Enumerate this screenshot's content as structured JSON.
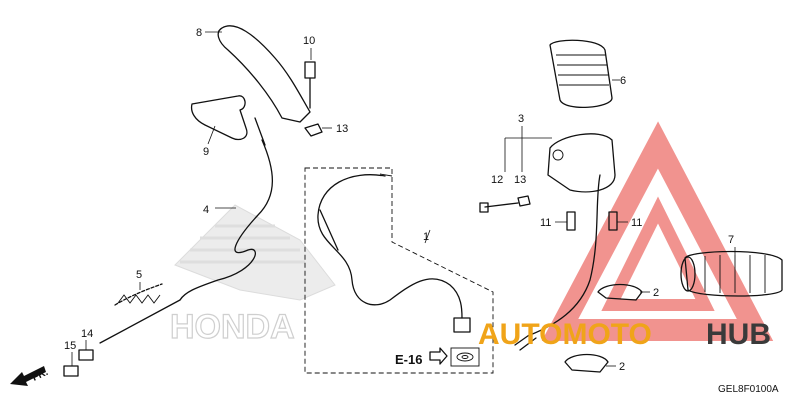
{
  "callouts": {
    "c1": "1",
    "c2a": "2",
    "c2b": "2",
    "c3": "3",
    "c4": "4",
    "c5": "5",
    "c6": "6",
    "c7": "7",
    "c8": "8",
    "c9": "9",
    "c10": "10",
    "c11a": "11",
    "c11b": "11",
    "c12": "12",
    "c13a": "13",
    "c13b": "13",
    "c14": "14",
    "c15": "15"
  },
  "reference": {
    "label": "E-16"
  },
  "direction": {
    "label": "FR."
  },
  "diagram_code": "GEL8F0100A",
  "watermark": {
    "word_a": "AUTOMOTO",
    "word_b": "HUB",
    "brand": "HONDA"
  },
  "colors": {
    "watermark_red": "#e53a33",
    "watermark_orange": "#f0a419",
    "watermark_dark": "#3a3a3a",
    "line": "#111111"
  }
}
